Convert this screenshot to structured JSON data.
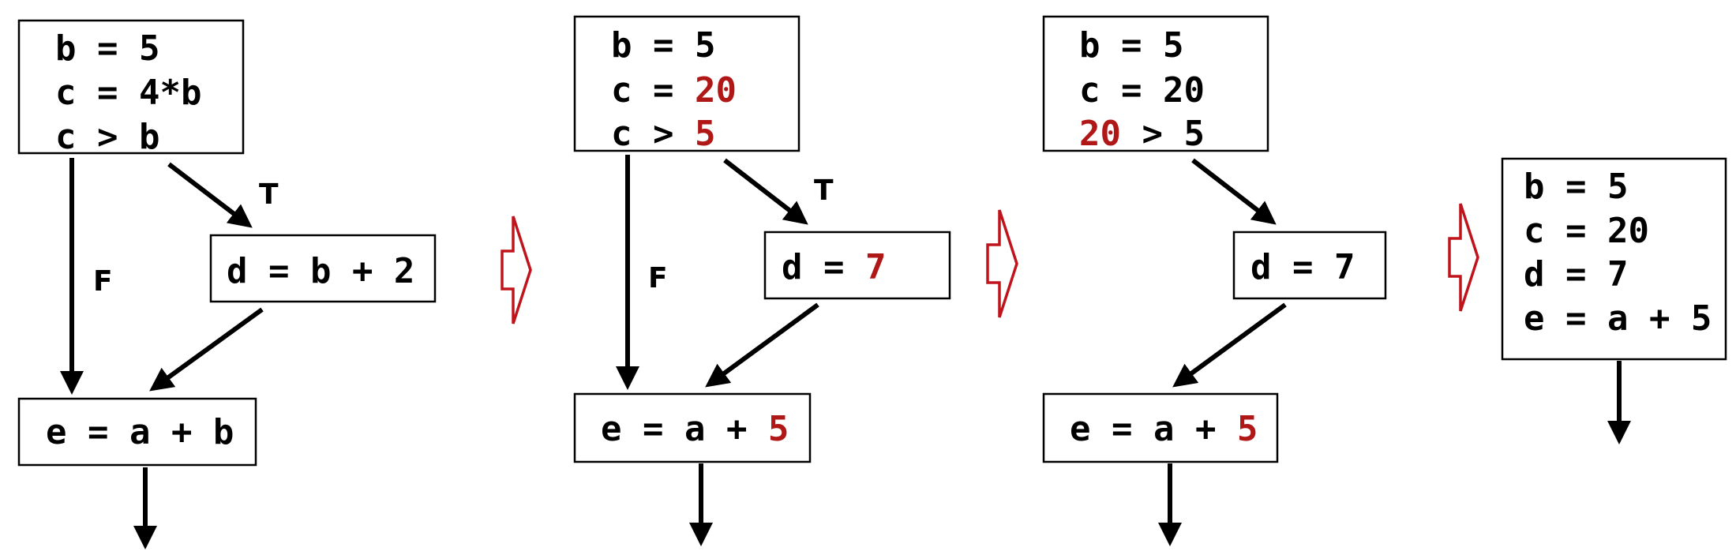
{
  "colors": {
    "highlight": "#b01818",
    "step_arrow": "#c0141c",
    "ink": "#000000"
  },
  "diagram1": {
    "block1": {
      "line1": "b = 5",
      "line2": "c = 4*b",
      "line3": "c > b"
    },
    "block2": {
      "line1": "d = b + 2"
    },
    "block3": {
      "line1": "e = a + b"
    },
    "label_true": "T",
    "label_false": "F"
  },
  "diagram2": {
    "block1": {
      "line1": "b = 5",
      "line2_prefix": "c = ",
      "line2_value": "20",
      "line3_prefix": "c > ",
      "line3_value": "5"
    },
    "block2": {
      "prefix": "d = ",
      "value": "7"
    },
    "block3": {
      "prefix": "e = a + ",
      "value": "5"
    },
    "label_true": "T",
    "label_false": "F"
  },
  "diagram3": {
    "block1": {
      "line1": "b = 5",
      "line2": "c = 20",
      "line3_value": "20",
      "line3_rest": " > 5"
    },
    "block2": {
      "line1": "d = 7"
    },
    "block3": {
      "prefix": "e = a + ",
      "value": "5"
    }
  },
  "diagram4": {
    "block1": {
      "line1": "b = 5",
      "line2": "c = 20",
      "line3": "d = 7",
      "line4": "e = a + 5"
    }
  }
}
